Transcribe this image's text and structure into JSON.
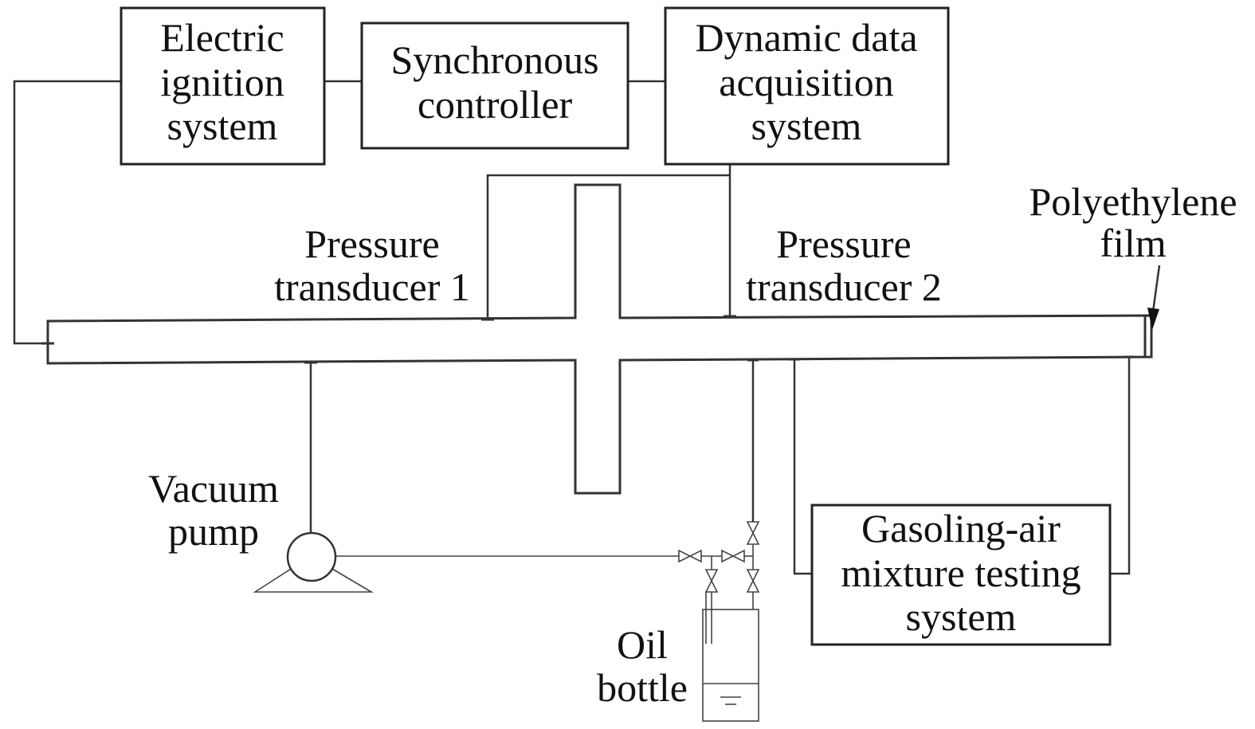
{
  "boxes": {
    "electric_ignition": [
      "Electric",
      "ignition",
      "system"
    ],
    "synchronous_controller": [
      "Synchronous",
      "controller"
    ],
    "dynamic_data": [
      "Dynamic data",
      "acquisition",
      "system"
    ],
    "gasoline_testing": [
      "Gasoling-air",
      "mixture testing",
      "system"
    ]
  },
  "labels": {
    "pressure_transducer_1": [
      "Pressure",
      "transducer 1"
    ],
    "pressure_transducer_2": [
      "Pressure",
      "transducer 2"
    ],
    "polyethylene_film": [
      "Polyethylene",
      "film"
    ],
    "vacuum_pump": [
      "Vacuum",
      "pump"
    ],
    "oil_bottle": [
      "Oil",
      "bottle"
    ]
  }
}
